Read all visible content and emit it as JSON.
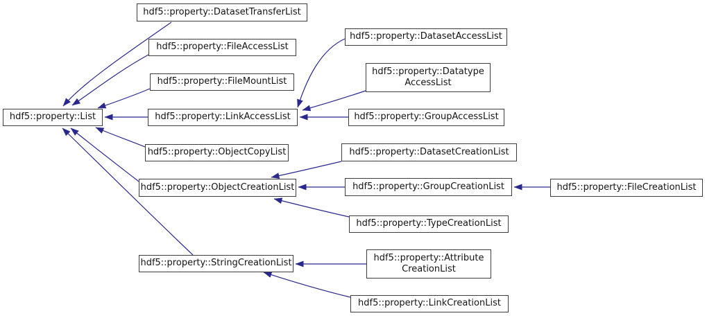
{
  "diagram": {
    "type": "class-inheritance-graph",
    "edge_semantics": "arrow points from derived class to base class",
    "colors": {
      "background": "#ffffff",
      "box_background": "#ffffff",
      "box_border": "#3c3c3c",
      "text": "#141414",
      "arrow": "#28288d"
    },
    "nodes": [
      {
        "id": "list",
        "label": "hdf5::property::List"
      },
      {
        "id": "dataset_transfer",
        "label": "hdf5::property::DatasetTransferList"
      },
      {
        "id": "file_access",
        "label": "hdf5::property::FileAccessList"
      },
      {
        "id": "file_mount",
        "label": "hdf5::property::FileMountList"
      },
      {
        "id": "link_access",
        "label": "hdf5::property::LinkAccessList"
      },
      {
        "id": "object_copy",
        "label": "hdf5::property::ObjectCopyList"
      },
      {
        "id": "object_creation",
        "label": "hdf5::property::ObjectCreationList"
      },
      {
        "id": "string_creation",
        "label": "hdf5::property::StringCreationList"
      },
      {
        "id": "dataset_access",
        "label": "hdf5::property::DatasetAccessList"
      },
      {
        "id": "datatype_access",
        "label": "hdf5::property::Datatype\nAccessList"
      },
      {
        "id": "group_access",
        "label": "hdf5::property::GroupAccessList"
      },
      {
        "id": "dataset_creation",
        "label": "hdf5::property::DatasetCreationList"
      },
      {
        "id": "group_creation",
        "label": "hdf5::property::GroupCreationList"
      },
      {
        "id": "type_creation",
        "label": "hdf5::property::TypeCreationList"
      },
      {
        "id": "attribute_creation",
        "label": "hdf5::property::Attribute\nCreationList"
      },
      {
        "id": "link_creation",
        "label": "hdf5::property::LinkCreationList"
      },
      {
        "id": "file_creation",
        "label": "hdf5::property::FileCreationList"
      }
    ],
    "edges": [
      {
        "from": "dataset_transfer",
        "to": "list"
      },
      {
        "from": "file_access",
        "to": "list"
      },
      {
        "from": "file_mount",
        "to": "list"
      },
      {
        "from": "link_access",
        "to": "list"
      },
      {
        "from": "object_copy",
        "to": "list"
      },
      {
        "from": "object_creation",
        "to": "list"
      },
      {
        "from": "string_creation",
        "to": "list"
      },
      {
        "from": "dataset_access",
        "to": "link_access"
      },
      {
        "from": "datatype_access",
        "to": "link_access"
      },
      {
        "from": "group_access",
        "to": "link_access"
      },
      {
        "from": "dataset_creation",
        "to": "object_creation"
      },
      {
        "from": "group_creation",
        "to": "object_creation"
      },
      {
        "from": "type_creation",
        "to": "object_creation"
      },
      {
        "from": "file_creation",
        "to": "group_creation"
      },
      {
        "from": "attribute_creation",
        "to": "string_creation"
      },
      {
        "from": "link_creation",
        "to": "string_creation"
      }
    ]
  }
}
